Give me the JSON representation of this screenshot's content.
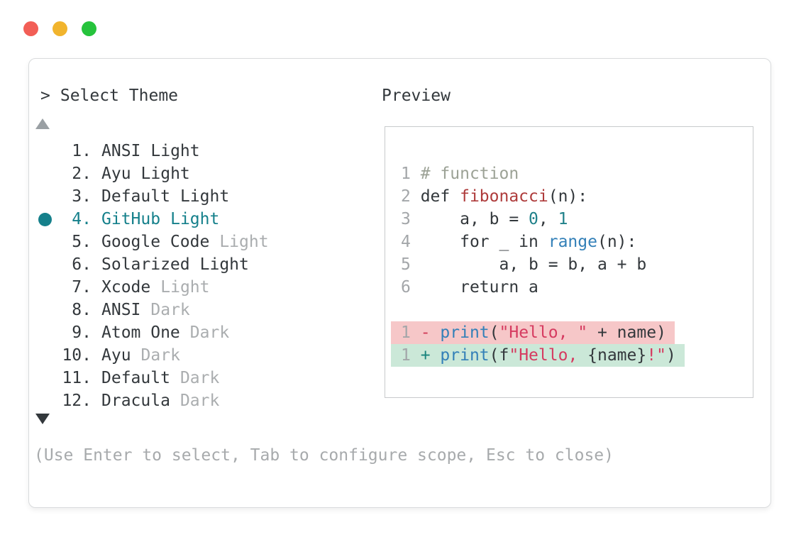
{
  "window_controls": {
    "close_color": "#f25e56",
    "minimize_color": "#f1b42d",
    "zoom_color": "#26c33c"
  },
  "prompt": {
    "char": ">",
    "title": "Select Theme"
  },
  "list": {
    "scroll_up_indicator": "up-triangle",
    "scroll_down_indicator": "down-triangle",
    "items": [
      {
        "number": "1.",
        "name": "ANSI",
        "variant": "Light",
        "row_class": "trow",
        "variant_class": "tvariant"
      },
      {
        "number": "2.",
        "name": "Ayu",
        "variant": "Light",
        "row_class": "trow",
        "variant_class": "tvariant"
      },
      {
        "number": "3.",
        "name": "Default",
        "variant": "Light",
        "row_class": "trow",
        "variant_class": "tvariant"
      },
      {
        "number": "4.",
        "name": "GitHub",
        "variant": "Light",
        "row_class": "trow selected",
        "variant_class": "tvariant"
      },
      {
        "number": "5.",
        "name": "Google Code",
        "variant": "Light",
        "row_class": "trow",
        "variant_class": "tvariant dim"
      },
      {
        "number": "6.",
        "name": "Solarized",
        "variant": "Light",
        "row_class": "trow",
        "variant_class": "tvariant"
      },
      {
        "number": "7.",
        "name": "Xcode",
        "variant": "Light",
        "row_class": "trow",
        "variant_class": "tvariant dim"
      },
      {
        "number": "8.",
        "name": "ANSI",
        "variant": "Dark",
        "row_class": "trow",
        "variant_class": "tvariant dim"
      },
      {
        "number": "9.",
        "name": "Atom One",
        "variant": "Dark",
        "row_class": "trow",
        "variant_class": "tvariant dim"
      },
      {
        "number": "10.",
        "name": "Ayu",
        "variant": "Dark",
        "row_class": "trow",
        "variant_class": "tvariant dim"
      },
      {
        "number": "11.",
        "name": "Default",
        "variant": "Dark",
        "row_class": "trow",
        "variant_class": "tvariant dim"
      },
      {
        "number": "12.",
        "name": "Dracula",
        "variant": "Dark",
        "row_class": "trow",
        "variant_class": "tvariant dim"
      }
    ],
    "selected_index": 3
  },
  "preview": {
    "title": "Preview",
    "lines": [
      {
        "tokens": [
          {
            "t": "1 ",
            "c": "ln"
          },
          {
            "t": "# function",
            "c": "comment"
          }
        ]
      },
      {
        "tokens": [
          {
            "t": "2 ",
            "c": "ln"
          },
          {
            "t": "def ",
            "c": "fg"
          },
          {
            "t": "fibonacci",
            "c": "func"
          },
          {
            "t": "(n):",
            "c": "fg"
          }
        ]
      },
      {
        "tokens": [
          {
            "t": "3 ",
            "c": "ln"
          },
          {
            "t": "    a, b = ",
            "c": "fg"
          },
          {
            "t": "0",
            "c": "num"
          },
          {
            "t": ", ",
            "c": "fg"
          },
          {
            "t": "1",
            "c": "num"
          }
        ]
      },
      {
        "tokens": [
          {
            "t": "4 ",
            "c": "ln"
          },
          {
            "t": "    for _ in ",
            "c": "fg"
          },
          {
            "t": "range",
            "c": "call"
          },
          {
            "t": "(n):",
            "c": "fg"
          }
        ]
      },
      {
        "tokens": [
          {
            "t": "5 ",
            "c": "ln"
          },
          {
            "t": "        a, b = b, a + b",
            "c": "fg"
          }
        ]
      },
      {
        "tokens": [
          {
            "t": "6 ",
            "c": "ln"
          },
          {
            "t": "    return a",
            "c": "fg"
          }
        ]
      }
    ],
    "diff": [
      {
        "kind": "removed",
        "tokens": [
          {
            "t": "1 ",
            "c": "ln"
          },
          {
            "t": "- ",
            "c": "minus"
          },
          {
            "t": "print",
            "c": "call"
          },
          {
            "t": "(",
            "c": "fg"
          },
          {
            "t": "\"Hello, \"",
            "c": "str"
          },
          {
            "t": " + name)",
            "c": "fg"
          }
        ]
      },
      {
        "kind": "added",
        "tokens": [
          {
            "t": "1 ",
            "c": "ln"
          },
          {
            "t": "+ ",
            "c": "plus"
          },
          {
            "t": "print",
            "c": "call"
          },
          {
            "t": "(f",
            "c": "fg"
          },
          {
            "t": "\"Hello, ",
            "c": "str"
          },
          {
            "t": "{name}",
            "c": "fg"
          },
          {
            "t": "!\"",
            "c": "str"
          },
          {
            "t": ")",
            "c": "fg"
          }
        ]
      }
    ]
  },
  "footer": {
    "hint": "(Use Enter to select, Tab to configure scope, Esc to close)"
  },
  "colors": {
    "text_dark": "#33383c",
    "text_dim": "#aaadaf",
    "accent_teal": "#15808b",
    "comment": "#9ca296",
    "function_red": "#ae3b3b",
    "number_teal": "#20818a",
    "call_blue": "#3380b8",
    "string_red": "#d63b60",
    "diff_removed_bg": "#f6c7c8",
    "diff_added_bg": "#cbe8d8",
    "line_number_gray": "#a3a6a9"
  }
}
